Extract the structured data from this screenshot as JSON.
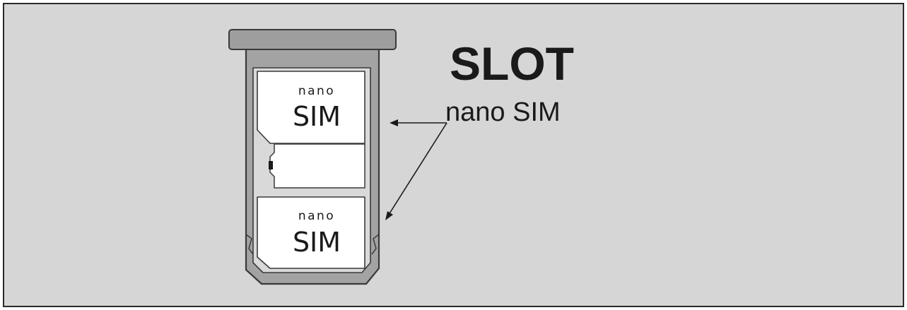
{
  "diagram": {
    "title": "SLOT",
    "subtitle": "nano SIM",
    "sim_cards": [
      {
        "label_small": "nano",
        "label_big": "SIM"
      },
      {
        "label_small": "nano",
        "label_big": "SIM"
      }
    ],
    "colors": {
      "background": "#d6d6d6",
      "tray": "#a3a3a3",
      "sim": "#ffffff",
      "ink": "#1a1a1a"
    }
  }
}
